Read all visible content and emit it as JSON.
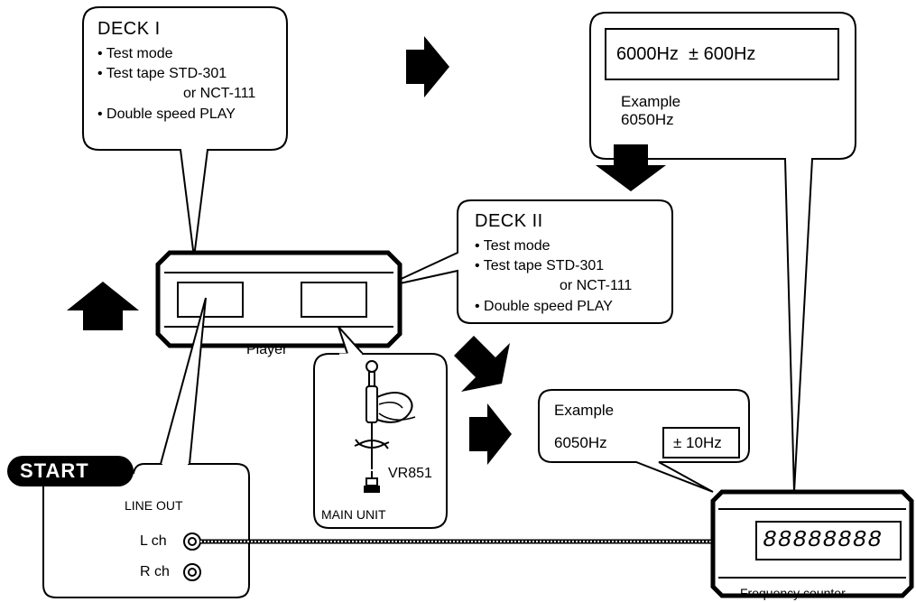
{
  "deck1": {
    "title": "DECK I",
    "items": [
      "• Test mode",
      "• Test tape STD-301",
      "or NCT-111",
      "• Double speed PLAY"
    ]
  },
  "deck2": {
    "title": "DECK II",
    "items": [
      "• Test mode",
      "• Test tape STD-301",
      "or NCT-111",
      "• Double speed PLAY"
    ]
  },
  "spec": {
    "range": "6000Hz  ± 600Hz",
    "example_label": "Example",
    "example_value": "6050Hz"
  },
  "result": {
    "example_label": "Example",
    "value": "6050Hz",
    "tolerance": "± 10Hz"
  },
  "player": {
    "label": "Player"
  },
  "adjust": {
    "vr": "VR851",
    "unit": "MAIN UNIT"
  },
  "start": {
    "badge": "START",
    "line_out": "LINE OUT",
    "lch": "L ch",
    "rch": "R ch"
  },
  "counter": {
    "display": "88888888",
    "label": "Frequency counter"
  }
}
